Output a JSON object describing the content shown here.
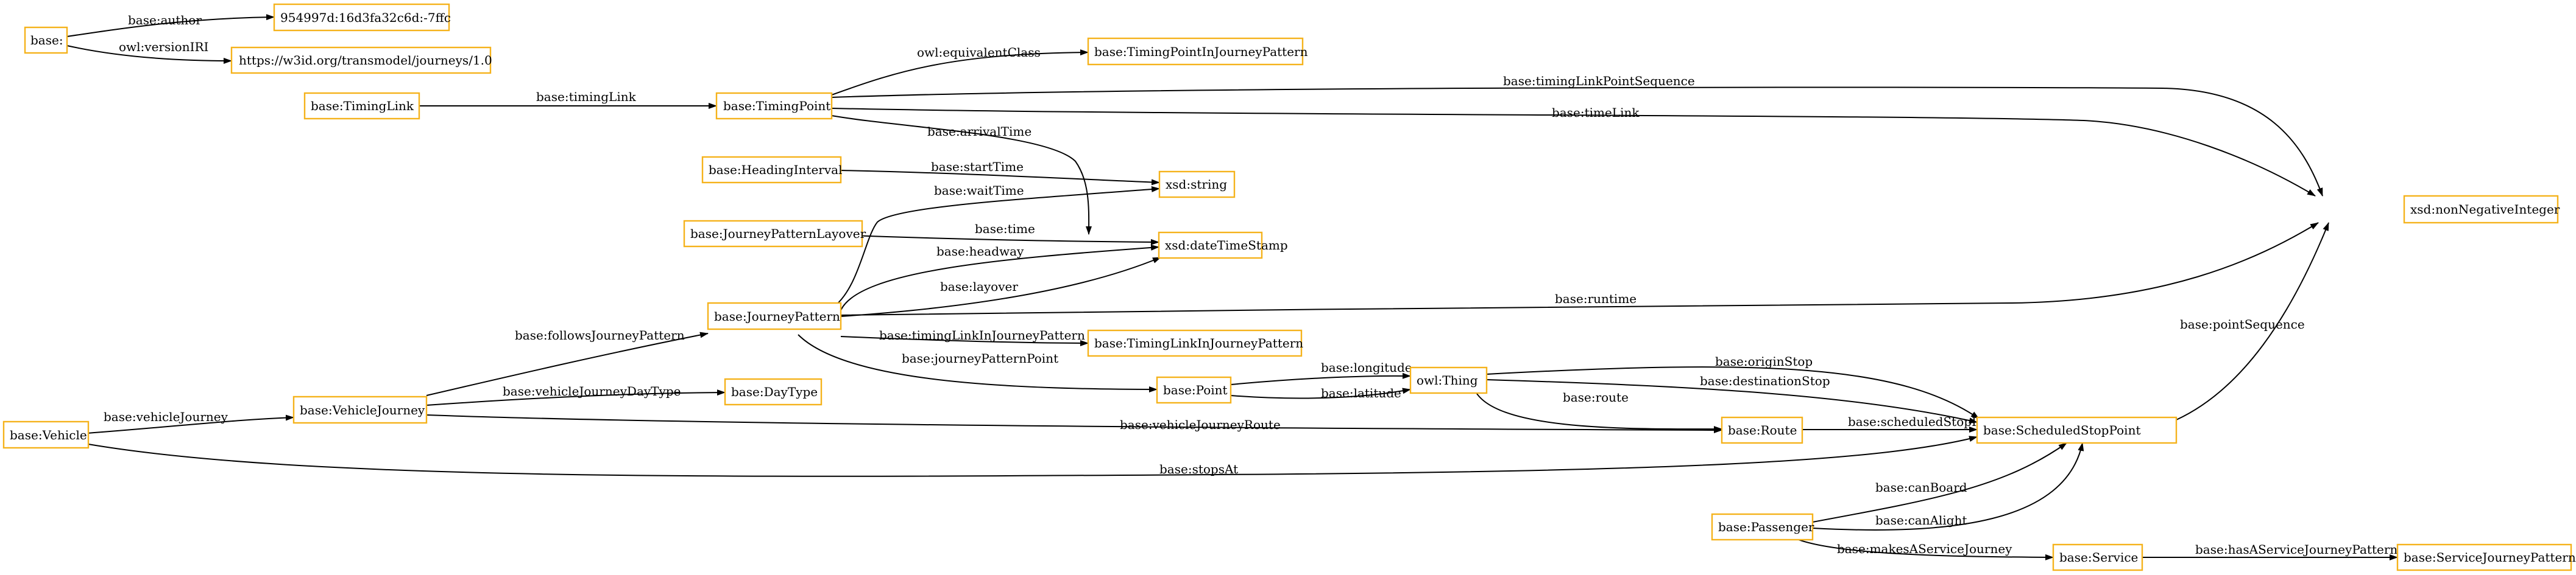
{
  "nodes": {
    "base": "base:",
    "author": "954997d:16d3fa32c6d:-7ffc",
    "iri": "https://w3id.org/transmodel/journeys/1.0",
    "timinglink": "base:TimingLink",
    "timingpoint": "base:TimingPoint",
    "tpijp": "base:TimingPointInJourneyPattern",
    "headinginterval": "base:HeadingInterval",
    "xsdstring": "xsd:string",
    "jplayover": "base:JourneyPatternLayover",
    "datetimestamp": "xsd:dateTimeStamp",
    "journeypattern": "base:JourneyPattern",
    "tlijp": "base:TimingLinkInJourneyPattern",
    "nonneg": "xsd:nonNegativeInteger",
    "vehicle": "base:Vehicle",
    "vehiclejourney": "base:VehicleJourney",
    "daytype": "base:DayType",
    "point": "base:Point",
    "thing": "owl:Thing",
    "route": "base:Route",
    "ssp": "base:ScheduledStopPoint",
    "passenger": "base:Passenger",
    "service": "base:Service",
    "sjp": "base:ServiceJourneyPattern"
  },
  "edges": {
    "author": "base:author",
    "versioniri": "owl:versionIRI",
    "timinglink": "base:timingLink",
    "equivalentclass": "owl:equivalentClass",
    "tlpointsequence": "base:timingLinkPointSequence",
    "timelink": "base:timeLink",
    "arrivaltime": "base:arrivalTime",
    "starttime": "base:startTime",
    "waittime": "base:waitTime",
    "time": "base:time",
    "headway": "base:headway",
    "layover": "base:layover",
    "runtime": "base:runtime",
    "followsjp": "base:followsJourneyPattern",
    "tlijp": "base:timingLinkInJourneyPattern",
    "jppoint": "base:journeyPatternPoint",
    "vjdaytype": "base:vehicleJourneyDayType",
    "vehiclejourney": "base:vehicleJourney",
    "longitude": "base:longitude",
    "latitude": "base:latitude",
    "originstop": "base:originStop",
    "destinationstop": "base:destinationStop",
    "route": "base:route",
    "vjroute": "base:vehicleJourneyRoute",
    "ssp": "base:scheduledStopPoint",
    "pointsequence": "base:pointSequence",
    "stopsat": "base:stopsAt",
    "canboard": "base:canBoard",
    "canalight": "base:canAlight",
    "makessj": "base:makesAServiceJourney",
    "hassjp": "base:hasAServiceJourneyPattern"
  }
}
